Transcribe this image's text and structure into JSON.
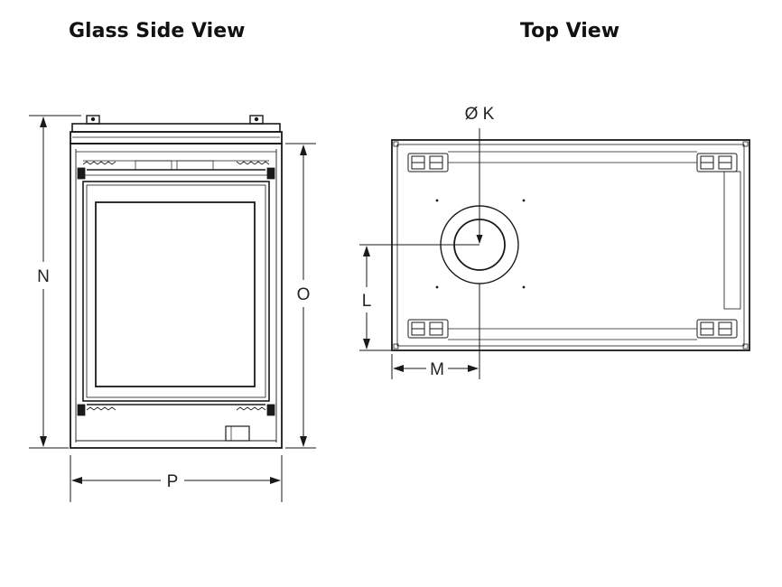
{
  "titles": {
    "glass_side_view": "Glass Side View",
    "top_view": "Top View"
  },
  "dimensions": {
    "N": "N",
    "O": "O",
    "P": "P",
    "K": "Ø K",
    "L": "L",
    "M": "M"
  },
  "colors": {
    "line": "#1a1a1a",
    "background": "#ffffff"
  }
}
